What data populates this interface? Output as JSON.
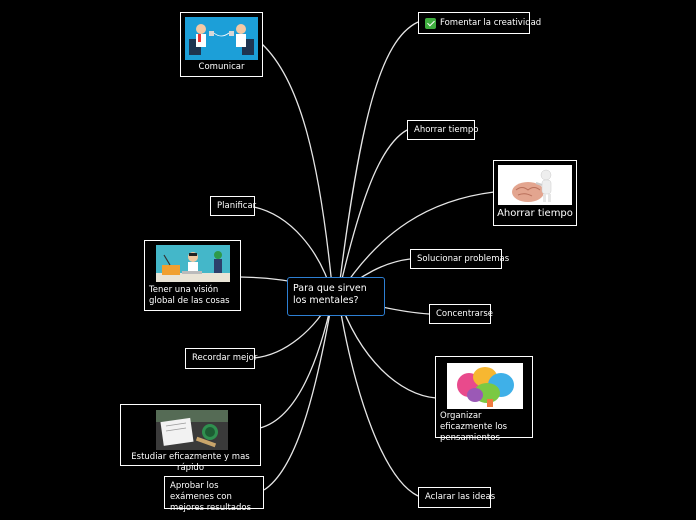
{
  "center": {
    "title": "Para que sirven los mentales?"
  },
  "nodes": {
    "comunicar": {
      "label": "Comunicar"
    },
    "fomentar": {
      "label": "Fomentar la creatividad"
    },
    "ahorrar_tiempo_1": {
      "label": "Ahorrar tiempo"
    },
    "ahorrar_tiempo_2": {
      "label": "Ahorrar tiempo"
    },
    "planificar": {
      "label": "Planificar"
    },
    "vision_global": {
      "label": "Tener una visión global de las cosas"
    },
    "solucionar": {
      "label": "Solucionar problemas"
    },
    "concentrarse": {
      "label": "Concentrarse"
    },
    "recordar": {
      "label": "Recordar mejor"
    },
    "organizar": {
      "label": "Organizar eficazmente los pensamientos"
    },
    "estudiar": {
      "label": "Estudiar eficazmente y mas rápido"
    },
    "aprobar": {
      "label": "Aprobar los exámenes con mejores resultados"
    },
    "aclarar": {
      "label": "Aclarar las ideas"
    }
  },
  "icons": {
    "check": "check-mark-emoji",
    "comunicar": "people-talking-via-cans-illustration",
    "ahorrar": "brain-figure-illustration",
    "vision": "person-at-desk-illustration",
    "organizar": "colorful-brain-illustration",
    "estudiar": "desk-with-notebook-photo"
  },
  "colors": {
    "background": "#000000",
    "center_border": "#2d7fd3",
    "node_border": "#ffffff",
    "connector": "#e6e6e6",
    "check_green": "#3fae3f"
  }
}
